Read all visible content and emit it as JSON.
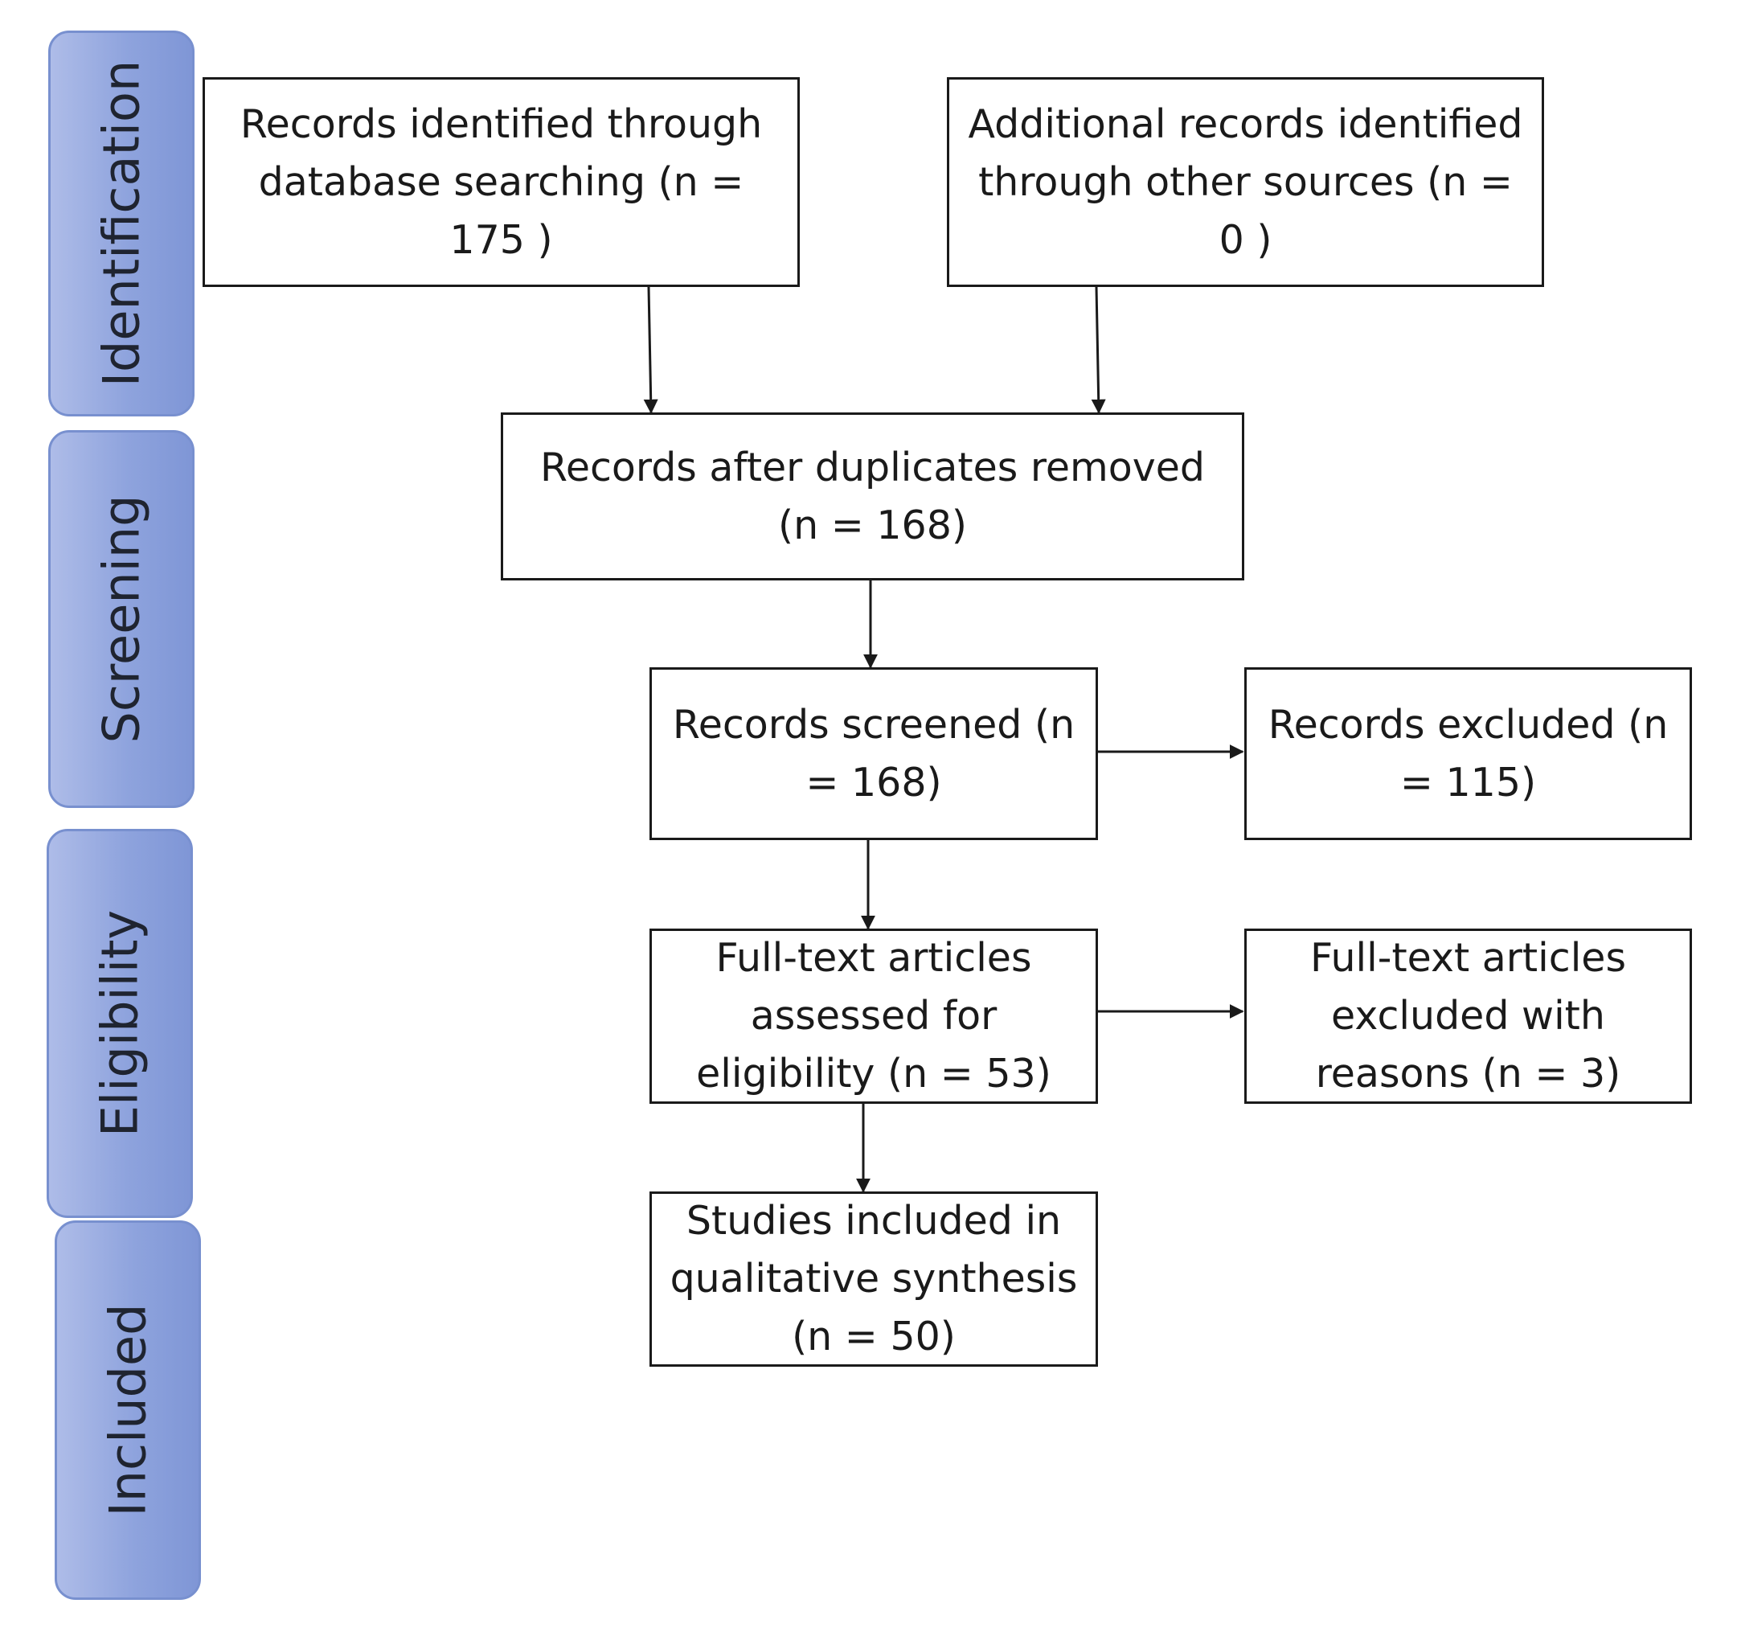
{
  "phases": [
    {
      "id": "identification",
      "label": "Identification"
    },
    {
      "id": "screening",
      "label": "Screening"
    },
    {
      "id": "eligibility",
      "label": "Eligibility"
    },
    {
      "id": "included",
      "label": "Included"
    }
  ],
  "boxes": {
    "database_records": "Records identified through database searching (n = 175 )",
    "other_records": "Additional records identified through other sources (n = 0 )",
    "after_duplicates": "Records after duplicates removed (n = 168)",
    "screened": "Records screened (n = 168)",
    "excluded": "Records excluded (n = 115)",
    "fulltext_assessed": "Full-text articles assessed for eligibility (n = 53)",
    "fulltext_excluded": "Full-text articles excluded with reasons (n = 3)",
    "studies_included": "Studies included in qualitative synthesis (n = 50)"
  },
  "colors": {
    "phase_fill_light": "#aebce8",
    "phase_fill_dark": "#7f96d6",
    "line": "#1a1a1a"
  }
}
